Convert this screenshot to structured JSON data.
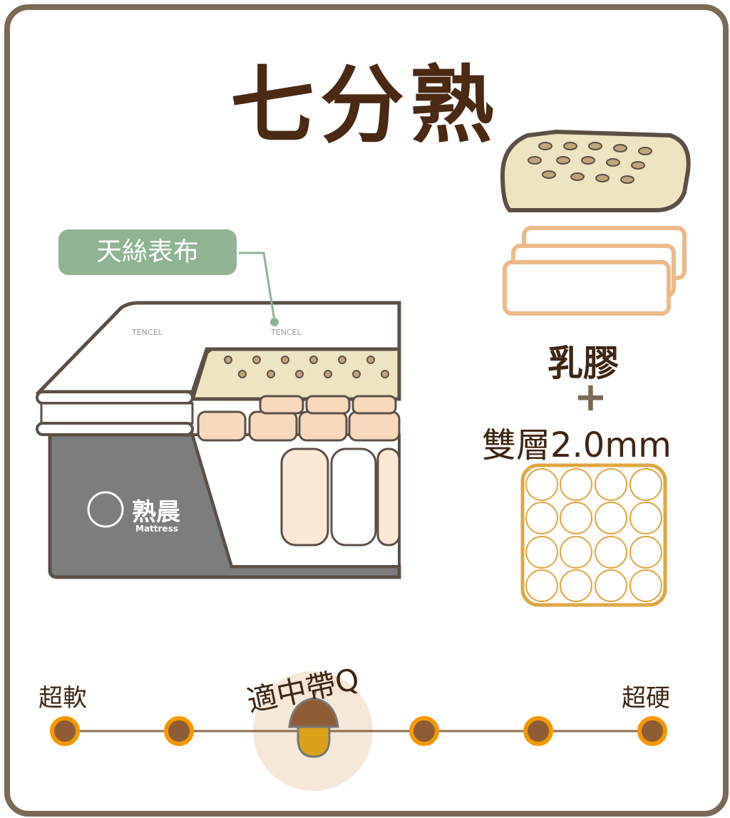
{
  "title": "七分熟",
  "fabric_label": "天絲表布",
  "tencel_mark": "TENCEL",
  "brand": {
    "name": "熟晨",
    "sub": "Mattress"
  },
  "layers": {
    "latex": "乳膠",
    "plus": "+",
    "coil": "雙層2.0mm"
  },
  "scale": {
    "min_label": "超軟",
    "max_label": "超硬",
    "selected_label": "適中帶Q",
    "levels": 6,
    "selected_index": 2
  },
  "colors": {
    "border": "#7a6a56",
    "title": "#4a2a14",
    "tag": "#8fb393",
    "dot": "#8f5d35",
    "dot_ring": "#f39800",
    "highlight": "#f5e8d8",
    "acorn": "#d9a21a"
  }
}
